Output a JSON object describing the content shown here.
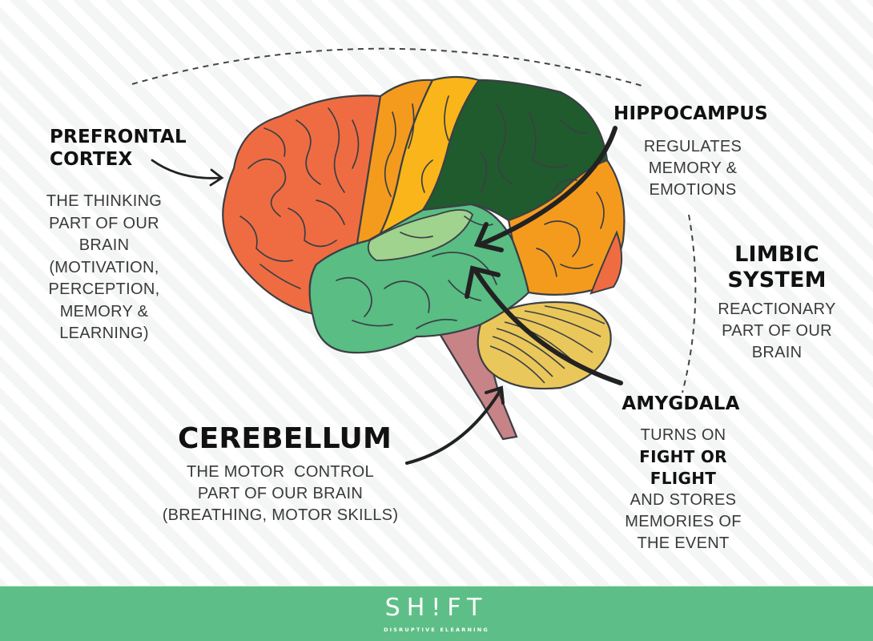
{
  "labels": {
    "prefrontal_cortex": {
      "title_lines": [
        "PREFRONTAL",
        "CORTEX"
      ],
      "desc_lines": [
        "THE THINKING",
        "PART OF OUR",
        "BRAIN",
        "(MOTIVATION,",
        "PERCEPTION,",
        "MEMORY &",
        "LEARNING)"
      ]
    },
    "hippocampus": {
      "title": "HIPPOCAMPUS",
      "desc_lines": [
        "REGULATES",
        "MEMORY &",
        "EMOTIONS"
      ]
    },
    "limbic_system": {
      "title_lines": [
        "LIMBIC",
        "SYSTEM"
      ],
      "desc_lines": [
        "REACTIONARY",
        "PART OF OUR",
        "BRAIN"
      ]
    },
    "amygdala": {
      "title": "AMYGDALA",
      "desc_lines": [
        "TURNS ON",
        "FIGHT OR FLIGHT",
        "AND STORES",
        "MEMORIES OF",
        "THE EVENT"
      ],
      "bold_line_index": 1
    },
    "cerebellum": {
      "title": "CEREBELLUM",
      "desc_lines": [
        "THE MOTOR  CONTROL",
        "PART OF OUR BRAIN",
        "(BREATHING, MOTOR SKILLS)"
      ]
    }
  },
  "footer": {
    "logo": "SH!FT",
    "tagline": "DISRUPTIVE ELEARNING"
  },
  "colors": {
    "frontal_lobe": "#ef6c42",
    "motor_strip": "#f49b1e",
    "sensory_strip": "#f9b51a",
    "parietal_lobe": "#1f5b2d",
    "temporal_lobe": "#59bd84",
    "temporal_highlight": "#9fd38e",
    "occipital_lobe": "#f49b1e",
    "occipital_tip": "#ef6c42",
    "cerebellum": "#eac75a",
    "brainstem": "#c78386",
    "outline": "#3b3f44",
    "arrow": "#222222",
    "footer_bg": "#5dbf87"
  }
}
